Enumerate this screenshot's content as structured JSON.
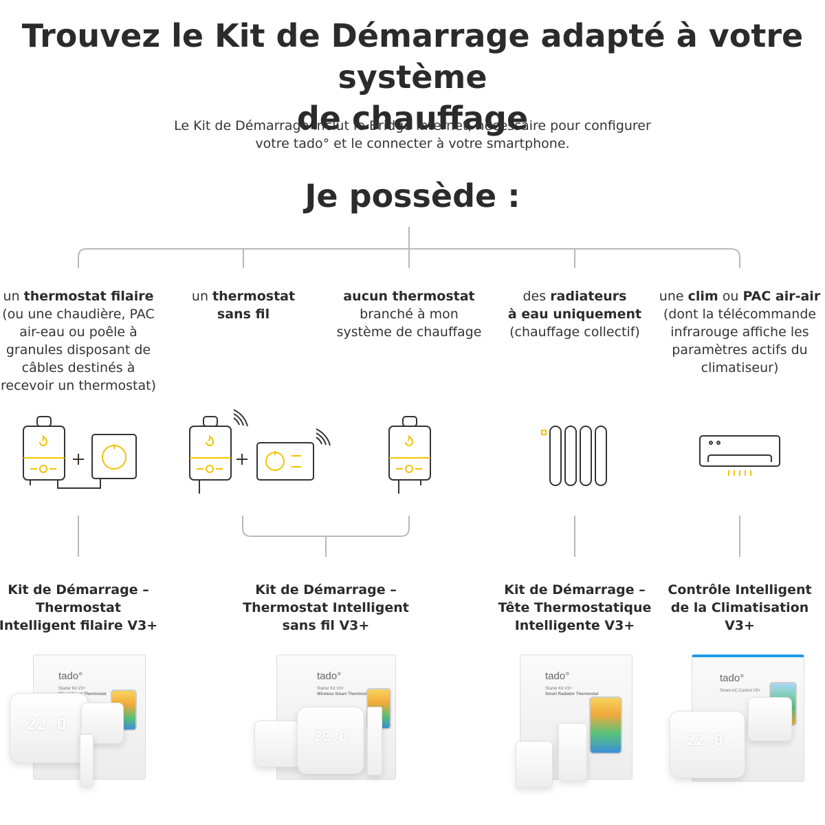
{
  "title": {
    "line1": "Trouvez le Kit de Démarrage adapté à votre système",
    "line2": "de chauffage"
  },
  "subtitle": {
    "line1": "Le Kit de Démarrage inclut le Bridge Internet, nécessaire pour configurer",
    "line2": "votre tado° et le connecter à votre smartphone."
  },
  "heading": "Je possède :",
  "colors": {
    "accent": "#f2c200",
    "line": "#b8b8b8",
    "text": "#2b2b2b",
    "icon": "#333333"
  },
  "options": [
    {
      "icon": "wired-thermostat-boiler-icon",
      "lines": [
        [
          "un ",
          "thermostat filaire"
        ],
        [
          "(ou une chaudière, PAC",
          ""
        ],
        [
          "air-eau ou poêle à",
          ""
        ],
        [
          "granules disposant de",
          ""
        ],
        [
          "câbles destinés à",
          ""
        ],
        [
          "recevoir un thermostat)",
          ""
        ]
      ]
    },
    {
      "icon": "wireless-thermostat-boiler-icon",
      "lines": [
        [
          "un ",
          "thermostat"
        ],
        [
          "",
          "sans fil"
        ]
      ]
    },
    {
      "icon": "boiler-icon",
      "lines": [
        [
          "",
          "aucun thermostat"
        ],
        [
          "branché à mon",
          ""
        ],
        [
          "système de chauffage",
          ""
        ]
      ]
    },
    {
      "icon": "radiator-icon",
      "lines": [
        [
          "des ",
          "radiateurs"
        ],
        [
          "",
          "à eau uniquement"
        ],
        [
          "(chauffage collectif)",
          ""
        ]
      ]
    },
    {
      "icon": "air-conditioner-icon",
      "lines": [
        [
          "une ",
          "clim"
        ],
        [
          " ou ",
          "PAC air-air"
        ],
        [
          "(dont la télécommande",
          ""
        ],
        [
          "infrarouge affiche les",
          ""
        ],
        [
          "paramètres actifs du",
          ""
        ],
        [
          "climatiseur)",
          ""
        ]
      ]
    }
  ],
  "kits": [
    {
      "lines": [
        "Kit de Démarrage –",
        "Thermostat",
        "Intelligent filaire V3+"
      ],
      "box": {
        "brand": "tado°",
        "small1": "Starter Kit V3+",
        "small2": "Wired Smart Thermostat"
      },
      "display": "22.0"
    },
    {
      "lines": [
        "Kit de Démarrage –",
        "Thermostat Intelligent",
        "sans fil V3+"
      ],
      "box": {
        "brand": "tado°",
        "small1": "Starter Kit V3+",
        "small2": "Wireless Smart Thermostat"
      },
      "display": "22.0"
    },
    {
      "lines": [
        "Kit de Démarrage –",
        "Tête Thermostatique",
        "Intelligente V3+"
      ],
      "box": {
        "brand": "tado°",
        "small1": "Starter Kit V3+",
        "small2": "Smart Radiator Thermostat"
      },
      "display": ""
    },
    {
      "lines": [
        "Contrôle Intelligent",
        "de la Climatisation",
        "V3+"
      ],
      "box": {
        "brand": "tado°",
        "small1": "Smart AC Control V3+",
        "small2": ""
      },
      "display": "22.0"
    }
  ]
}
